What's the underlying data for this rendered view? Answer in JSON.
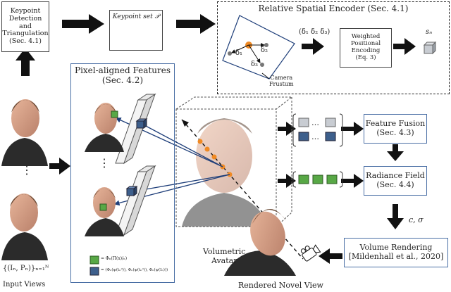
{
  "labels": {
    "keypoint_detection": "Keypoint\nDetection\nand\nTriangulation\n(Sec. 4.1)",
    "keypoint_set": "Keypoint set 𝒫",
    "relative_spatial_encoder": "Relative Spatial Encoder (Sec. 4.1)",
    "deltas": "(δ₁ δ₂ δ₃)",
    "weighted_encoding": "Weighted\nPositional\nEncoding\n(Eq. 3)",
    "s_n": "sₙ",
    "camera_frustum": "Camera\nFrustum",
    "delta1": "δ₁",
    "delta2": "δ₂",
    "delta3": "δ₃",
    "pixel_aligned_title": "Pixel-aligned Features",
    "pixel_aligned_sec": "(Sec. 4.2)",
    "feature_fusion": "Feature Fusion\n(Sec. 4.3)",
    "radiance_field": "Radiance Field\n(Sec. 4.4)",
    "c_sigma": "c, σ",
    "volume_rendering": "Volume Rendering\n[Mildenhall et al., 2020]",
    "volumetric_avatar": "Volumetric\nAvatar",
    "rendered_novel_view": "Rendered Novel View",
    "input_set": "{(Iₙ, Pₙ)}ₙ₌₁ᴺ",
    "input_views": "Input Views",
    "vdots": "⋮",
    "legend_green": "= Φₙ(Π(x)/ₙ)",
    "legend_blue": "= (Φₙ(ψ(tₙⁱⁱ)), Φₙ(ψ(tₙⁱⁱ)), Φₙ(ψ(Iₙ)))",
    "dots": "…"
  },
  "colors": {
    "green_feature": "#58a846",
    "blue_feature": "#3d5f8c",
    "grey_feature": "#c8ccd2",
    "orange_point": "#f08a24",
    "ray_blue": "#1f3f7a",
    "panel_border": "#4a6fa5"
  }
}
